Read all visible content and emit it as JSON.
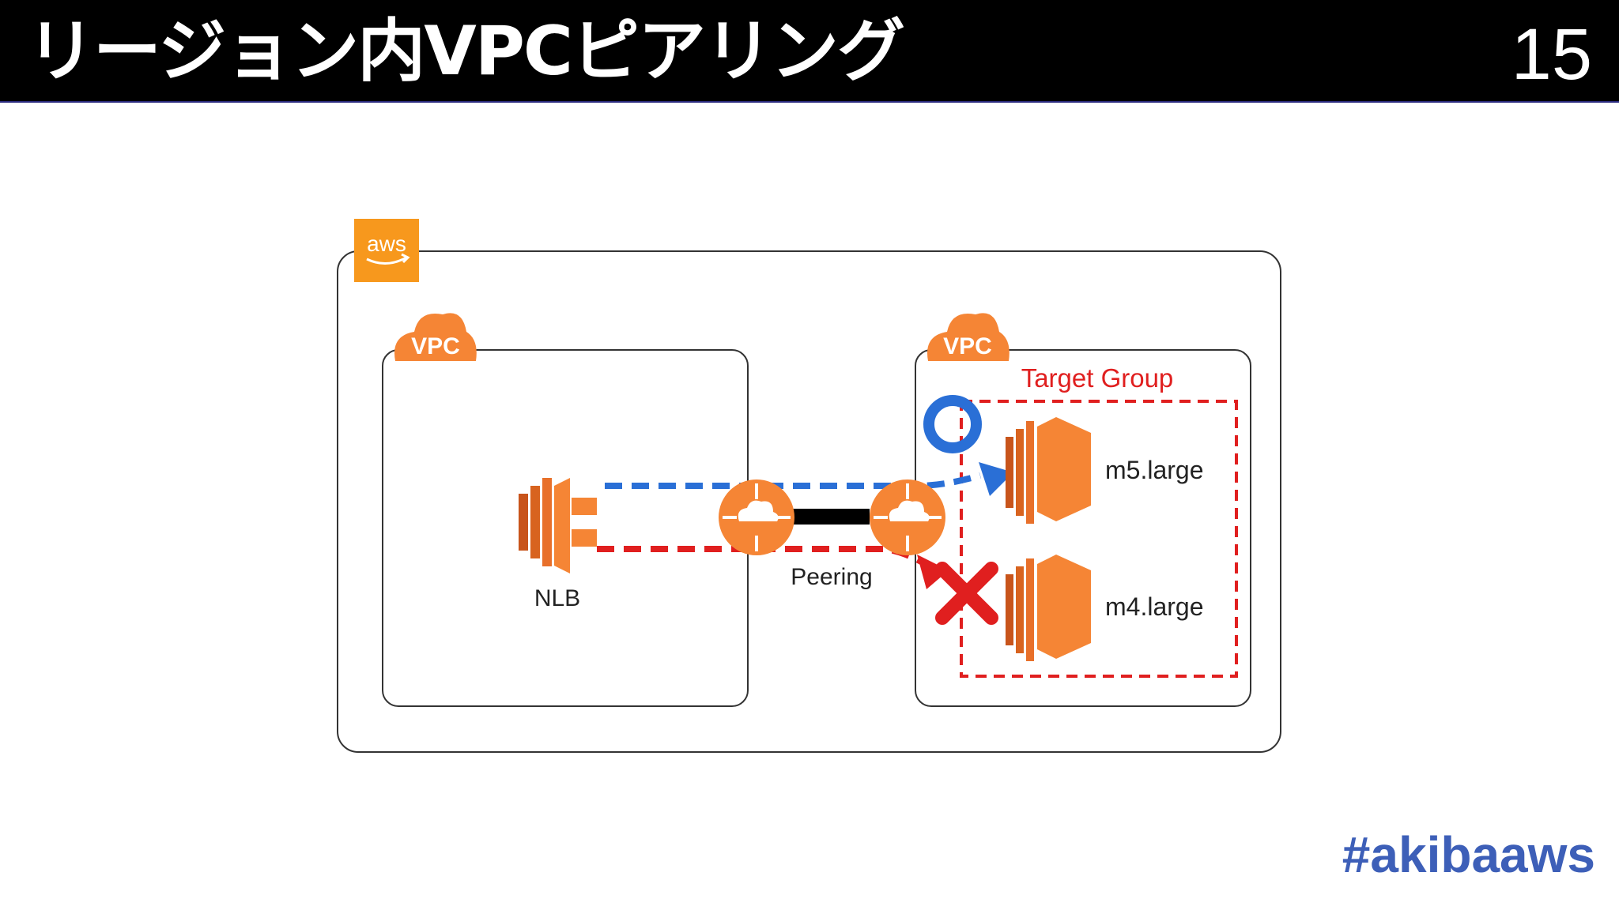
{
  "slide": {
    "title": "リージョン内VPCピアリング",
    "page_number": "15",
    "hashtag": "#akibaaws"
  },
  "diagram": {
    "aws_badge": "aws",
    "vpc_left_label": "VPC",
    "vpc_right_label": "VPC",
    "target_group_label": "Target Group",
    "nlb_label": "NLB",
    "peering_label": "Peering",
    "instance_top_label": "m5.large",
    "instance_bottom_label": "m4.large",
    "colors": {
      "orange": "#f58535",
      "blue": "#2a6fd6",
      "red": "#e01f1f"
    }
  }
}
